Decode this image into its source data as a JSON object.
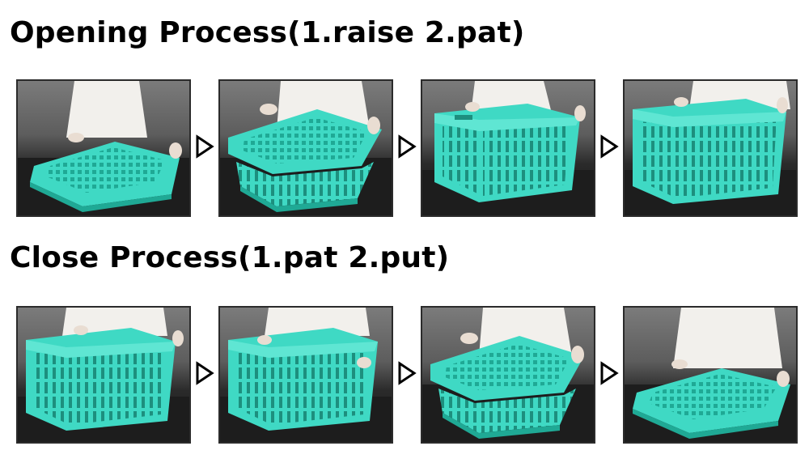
{
  "opening": {
    "title": "Opening Process(1.raise 2.pat)",
    "steps": [
      "folded",
      "raising",
      "raised",
      "patted"
    ]
  },
  "closing": {
    "title": "Close Process(1.pat 2.put)",
    "steps": [
      "open",
      "patting",
      "lowering",
      "folded"
    ]
  },
  "colors": {
    "crate": "#3fd9c4",
    "crate_dark": "#1fa995",
    "table": "#1d1d1d",
    "wall": "#6f6f6f",
    "sweater": "#f2f0ec",
    "arrow": "#000000"
  },
  "icons": [
    "arrow-right-icon"
  ]
}
